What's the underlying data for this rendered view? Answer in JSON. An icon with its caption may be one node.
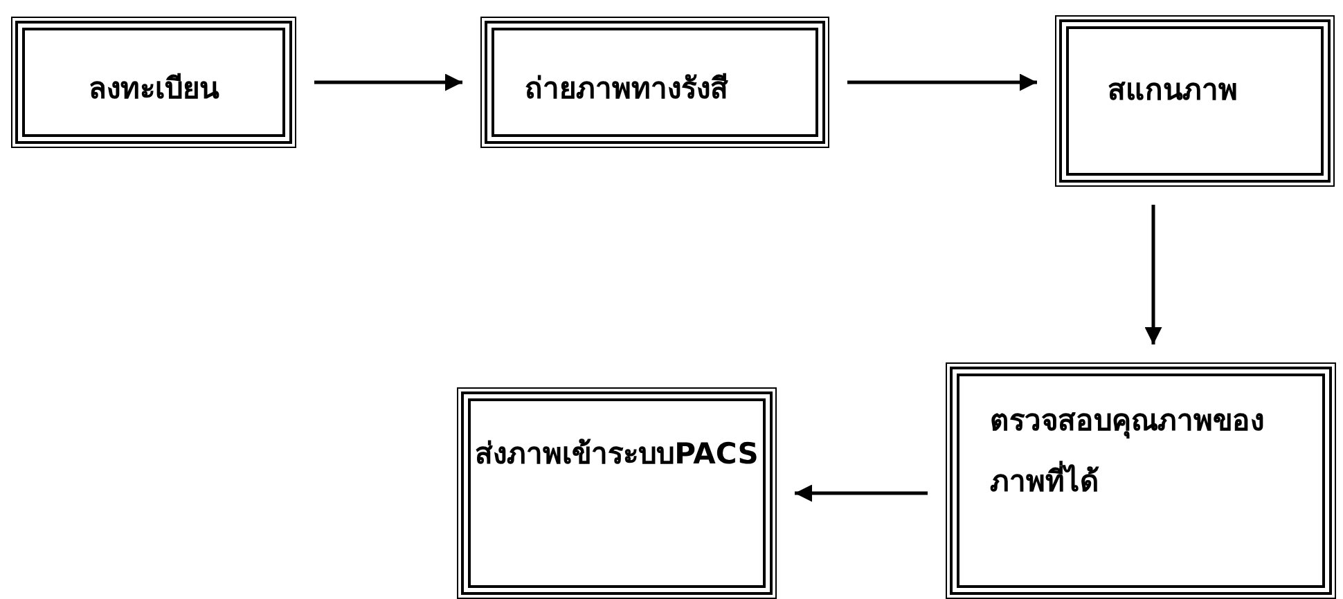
{
  "diagram": {
    "nodes": [
      {
        "text": [
          "ลงทะเบียน"
        ]
      },
      {
        "text": [
          "ถ่ายภาพทางรังสี"
        ]
      },
      {
        "text": [
          "สแกนภาพ"
        ]
      },
      {
        "text": [
          "ตรวจสอบคุณภาพของภาพที่ได้"
        ]
      },
      {
        "text": [
          "ส่งภาพเข้าระบบPACS"
        ]
      }
    ],
    "edges": [
      {
        "from": 0,
        "to": 1,
        "arrow": "to"
      },
      {
        "from": 1,
        "to": 2,
        "arrow": "to"
      },
      {
        "from": 2,
        "to": 3,
        "arrow": "to"
      },
      {
        "from": 3,
        "to": 4,
        "arrow": "to"
      }
    ]
  }
}
